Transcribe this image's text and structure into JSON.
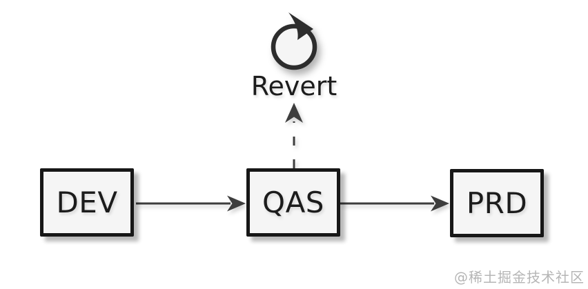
{
  "diagram": {
    "type": "flow",
    "nodes": [
      {
        "id": "dev",
        "label": "DEV"
      },
      {
        "id": "qas",
        "label": "QAS"
      },
      {
        "id": "prd",
        "label": "PRD"
      }
    ],
    "edges": [
      {
        "from": "DEV",
        "to": "QAS",
        "style": "solid",
        "direction": "right"
      },
      {
        "from": "QAS",
        "to": "PRD",
        "style": "solid",
        "direction": "right"
      },
      {
        "from": "QAS",
        "to": "Revert",
        "style": "dashed",
        "direction": "up"
      }
    ],
    "revert": {
      "label": "Revert",
      "icon": "revert-circular-arrow-icon"
    },
    "colors": {
      "background": "#ffffff",
      "box_fill": "#f5f5f5",
      "box_border": "#171717",
      "text_color": "#1c1c1c",
      "line_color": "#3d3d3d",
      "icon_stroke": "#2d2d2d",
      "watermark_color": "#b5b5b5"
    }
  },
  "watermark": {
    "text": "@稀土掘金技术社区"
  }
}
